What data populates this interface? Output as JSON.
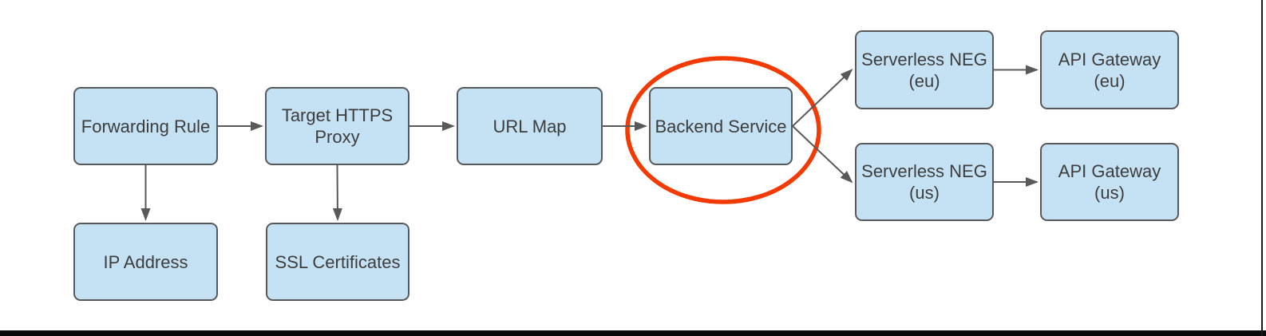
{
  "nodes": {
    "forwarding_rule": {
      "label": "Forwarding Rule"
    },
    "target_https_proxy": {
      "label": "Target HTTPS\nProxy"
    },
    "url_map": {
      "label": "URL Map"
    },
    "backend_service": {
      "label": "Backend Service"
    },
    "serverless_neg_eu": {
      "label": "Serverless NEG\n(eu)"
    },
    "api_gateway_eu": {
      "label": "API Gateway\n(eu)"
    },
    "serverless_neg_us": {
      "label": "Serverless NEG\n(us)"
    },
    "api_gateway_us": {
      "label": "API Gateway\n(us)"
    },
    "ip_address": {
      "label": "IP Address"
    },
    "ssl_certificates": {
      "label": "SSL Certificates"
    }
  },
  "edges": [
    {
      "from": "forwarding_rule",
      "to": "target_https_proxy"
    },
    {
      "from": "target_https_proxy",
      "to": "url_map"
    },
    {
      "from": "url_map",
      "to": "backend_service"
    },
    {
      "from": "backend_service",
      "to": "serverless_neg_eu"
    },
    {
      "from": "backend_service",
      "to": "serverless_neg_us"
    },
    {
      "from": "serverless_neg_eu",
      "to": "api_gateway_eu"
    },
    {
      "from": "serverless_neg_us",
      "to": "api_gateway_us"
    },
    {
      "from": "forwarding_rule",
      "to": "ip_address"
    },
    {
      "from": "target_https_proxy",
      "to": "ssl_certificates"
    }
  ],
  "annotations": {
    "highlight_ellipse": {
      "around": "backend_service",
      "color": "#f23a02"
    }
  },
  "colors": {
    "node_fill": "#c5e2f5",
    "node_border": "#58595b",
    "connector": "#595959",
    "text": "#3d3d3d",
    "highlight": "#f23a02",
    "frame": "#0a0a0a"
  }
}
